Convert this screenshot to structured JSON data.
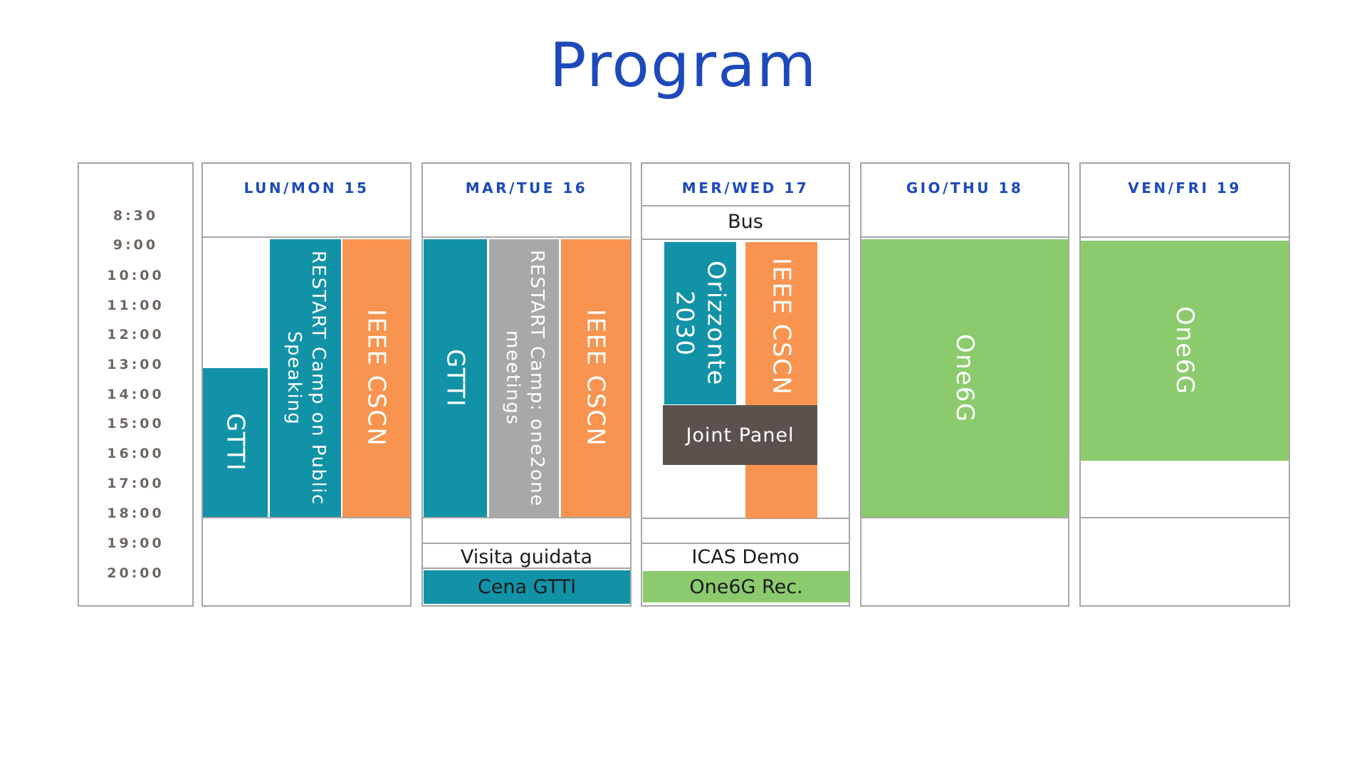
{
  "title": "Program",
  "colors": {
    "title_blue": "#1d49bb",
    "header_blue": "#1d49bb",
    "time_text": "#6f6561",
    "grid_border": "#a6a6a6",
    "teal": "#1292a7",
    "orange": "#f8944f",
    "gray": "#a8a8a8",
    "dark_brown": "#5b524e",
    "green": "#8bcb6e",
    "black_text": "#1b1b1b",
    "white_text": "#ffffff"
  },
  "time_column": {
    "times": [
      "8:30",
      "9:00",
      "10:00",
      "11:00",
      "12:00",
      "13:00",
      "14:00",
      "15:00",
      "16:00",
      "17:00",
      "18:00",
      "19:00",
      "20:00"
    ]
  },
  "days": [
    {
      "label": "LUN/MON 15",
      "events": [
        {
          "id": "gtti",
          "label": "GTTI",
          "start": "13:00",
          "end": "18:00",
          "color": "teal"
        },
        {
          "id": "restart-camp-public-speaking",
          "label": "RESTART Camp on Public\nSpeaking",
          "start": "9:00",
          "end": "18:00",
          "color": "teal"
        },
        {
          "id": "ieee-cscn",
          "label": "IEEE CSCN",
          "start": "9:00",
          "end": "18:00",
          "color": "orange"
        }
      ]
    },
    {
      "label": "MAR/TUE 16",
      "events": [
        {
          "id": "gtti",
          "label": "GTTI",
          "start": "9:00",
          "end": "18:00",
          "color": "teal"
        },
        {
          "id": "restart-camp-one2one",
          "label": "RESTART Camp: one2one\nmeetings",
          "start": "9:00",
          "end": "18:00",
          "color": "gray"
        },
        {
          "id": "ieee-cscn",
          "label": "IEEE CSCN",
          "start": "9:00",
          "end": "18:00",
          "color": "orange"
        },
        {
          "id": "visita-guidata",
          "label": "Visita guidata",
          "start": "19:00",
          "end": "20:00",
          "color": "white"
        },
        {
          "id": "cena-gtti",
          "label": "Cena GTTI",
          "start": "20:00",
          "end": "21:00",
          "color": "teal"
        }
      ]
    },
    {
      "label": "MER/WED 17",
      "events": [
        {
          "id": "bus",
          "label": "Bus",
          "start": "8:30",
          "end": "9:00",
          "color": "white"
        },
        {
          "id": "orizzonte-2030",
          "label": "Orizzonte\n2030",
          "start": "9:00",
          "end": "14:30",
          "color": "teal"
        },
        {
          "id": "ieee-cscn",
          "label": "IEEE CSCN",
          "start": "9:00",
          "end": "18:00",
          "color": "orange"
        },
        {
          "id": "joint-panel",
          "label": "Joint Panel",
          "start": "14:30",
          "end": "16:30",
          "color": "dark_brown"
        },
        {
          "id": "icas-demo",
          "label": "ICAS Demo",
          "start": "19:00",
          "end": "20:00",
          "color": "white"
        },
        {
          "id": "one6g-rec",
          "label": "One6G Rec.",
          "start": "20:00",
          "end": "21:00",
          "color": "green"
        }
      ]
    },
    {
      "label": "GIO/THU 18",
      "events": [
        {
          "id": "one6g",
          "label": "One6G",
          "start": "9:00",
          "end": "18:00",
          "color": "green"
        }
      ]
    },
    {
      "label": "VEN/FRI 19",
      "events": [
        {
          "id": "one6g",
          "label": "One6G",
          "start": "9:00",
          "end": "16:30",
          "color": "green"
        }
      ]
    }
  ]
}
